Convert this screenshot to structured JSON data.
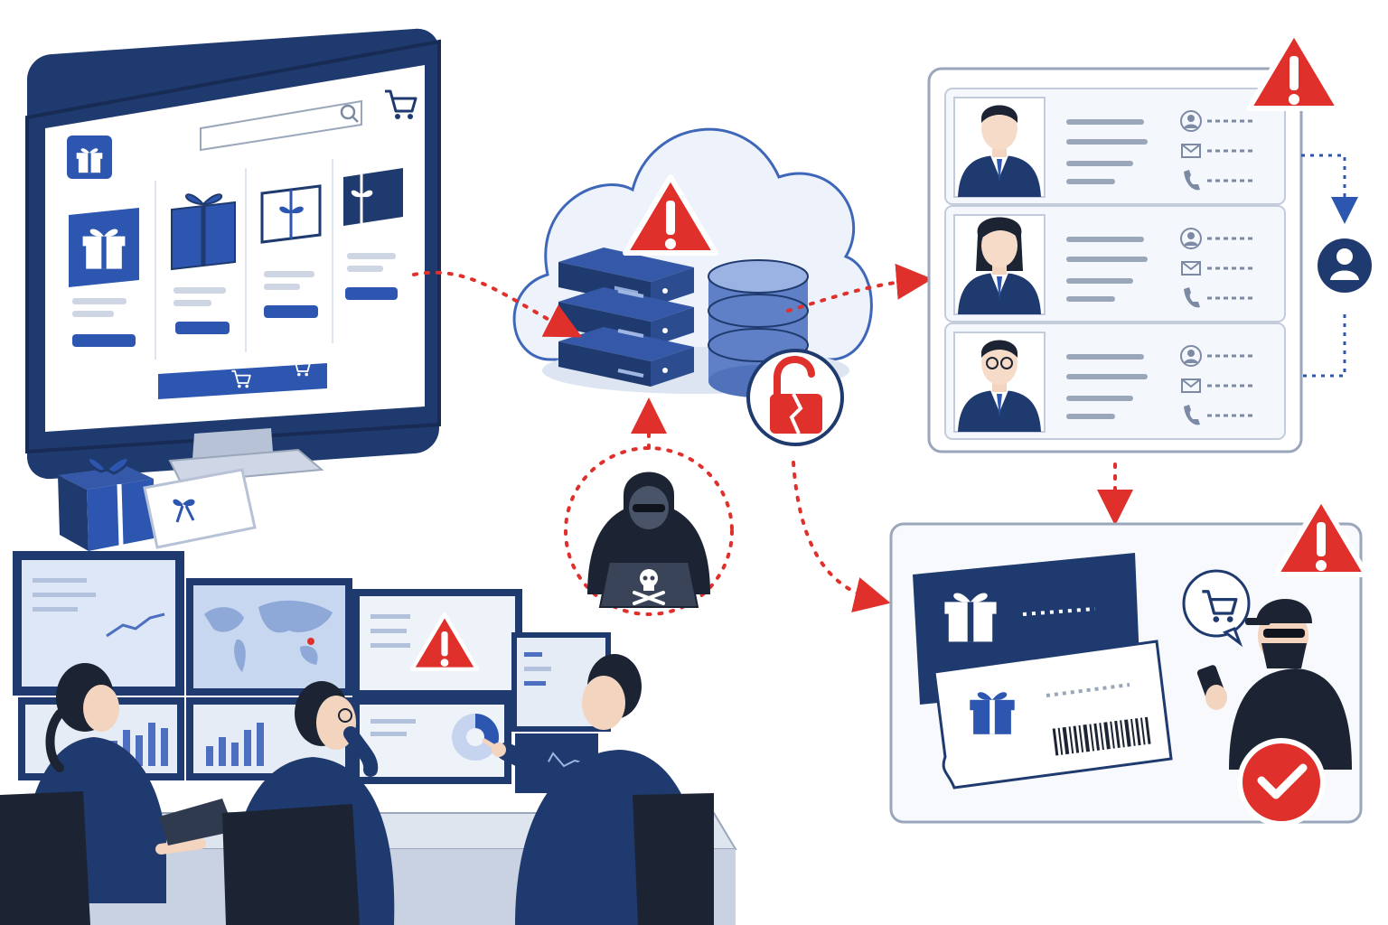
{
  "colors": {
    "navy": "#1f3a6e",
    "navy_dark": "#172b55",
    "blue": "#2c56b0",
    "light_blue": "#c9d6ee",
    "pale_blue": "#eaf0fa",
    "alert_red": "#e0302b",
    "gray_line": "#9aa6ba",
    "ink": "#1c2433"
  },
  "icons": {
    "alert": "warning-triangle-icon",
    "cart": "shopping-cart-icon",
    "search": "search-icon",
    "gift": "gift-icon",
    "lock": "broken-padlock-icon",
    "user": "user-icon",
    "mail": "envelope-icon",
    "phone": "phone-icon",
    "hacker": "hooded-hacker-icon",
    "skull": "skull-crossbones-icon",
    "success": "check-mark-icon",
    "barcode": "barcode-icon"
  },
  "diagram": {
    "nodes": [
      {
        "id": "gift-card-shop",
        "icon": "gift-icon"
      },
      {
        "id": "cloud-servers",
        "icon": "warning-triangle-icon"
      },
      {
        "id": "hacker",
        "icon": "hooded-hacker-icon"
      },
      {
        "id": "customer-records",
        "icon": "user-icon"
      },
      {
        "id": "stolen-gift-cards",
        "icon": "gift-icon"
      },
      {
        "id": "security-operations-center",
        "icon": "warning-triangle-icon"
      }
    ],
    "flows": [
      {
        "from": "gift-card-shop",
        "to": "cloud-servers"
      },
      {
        "from": "hacker",
        "to": "cloud-servers"
      },
      {
        "from": "cloud-servers",
        "to": "customer-records"
      },
      {
        "from": "cloud-servers",
        "to": "stolen-gift-cards"
      },
      {
        "from": "customer-records",
        "to": "stolen-gift-cards"
      }
    ],
    "customer_records_count": 3
  }
}
